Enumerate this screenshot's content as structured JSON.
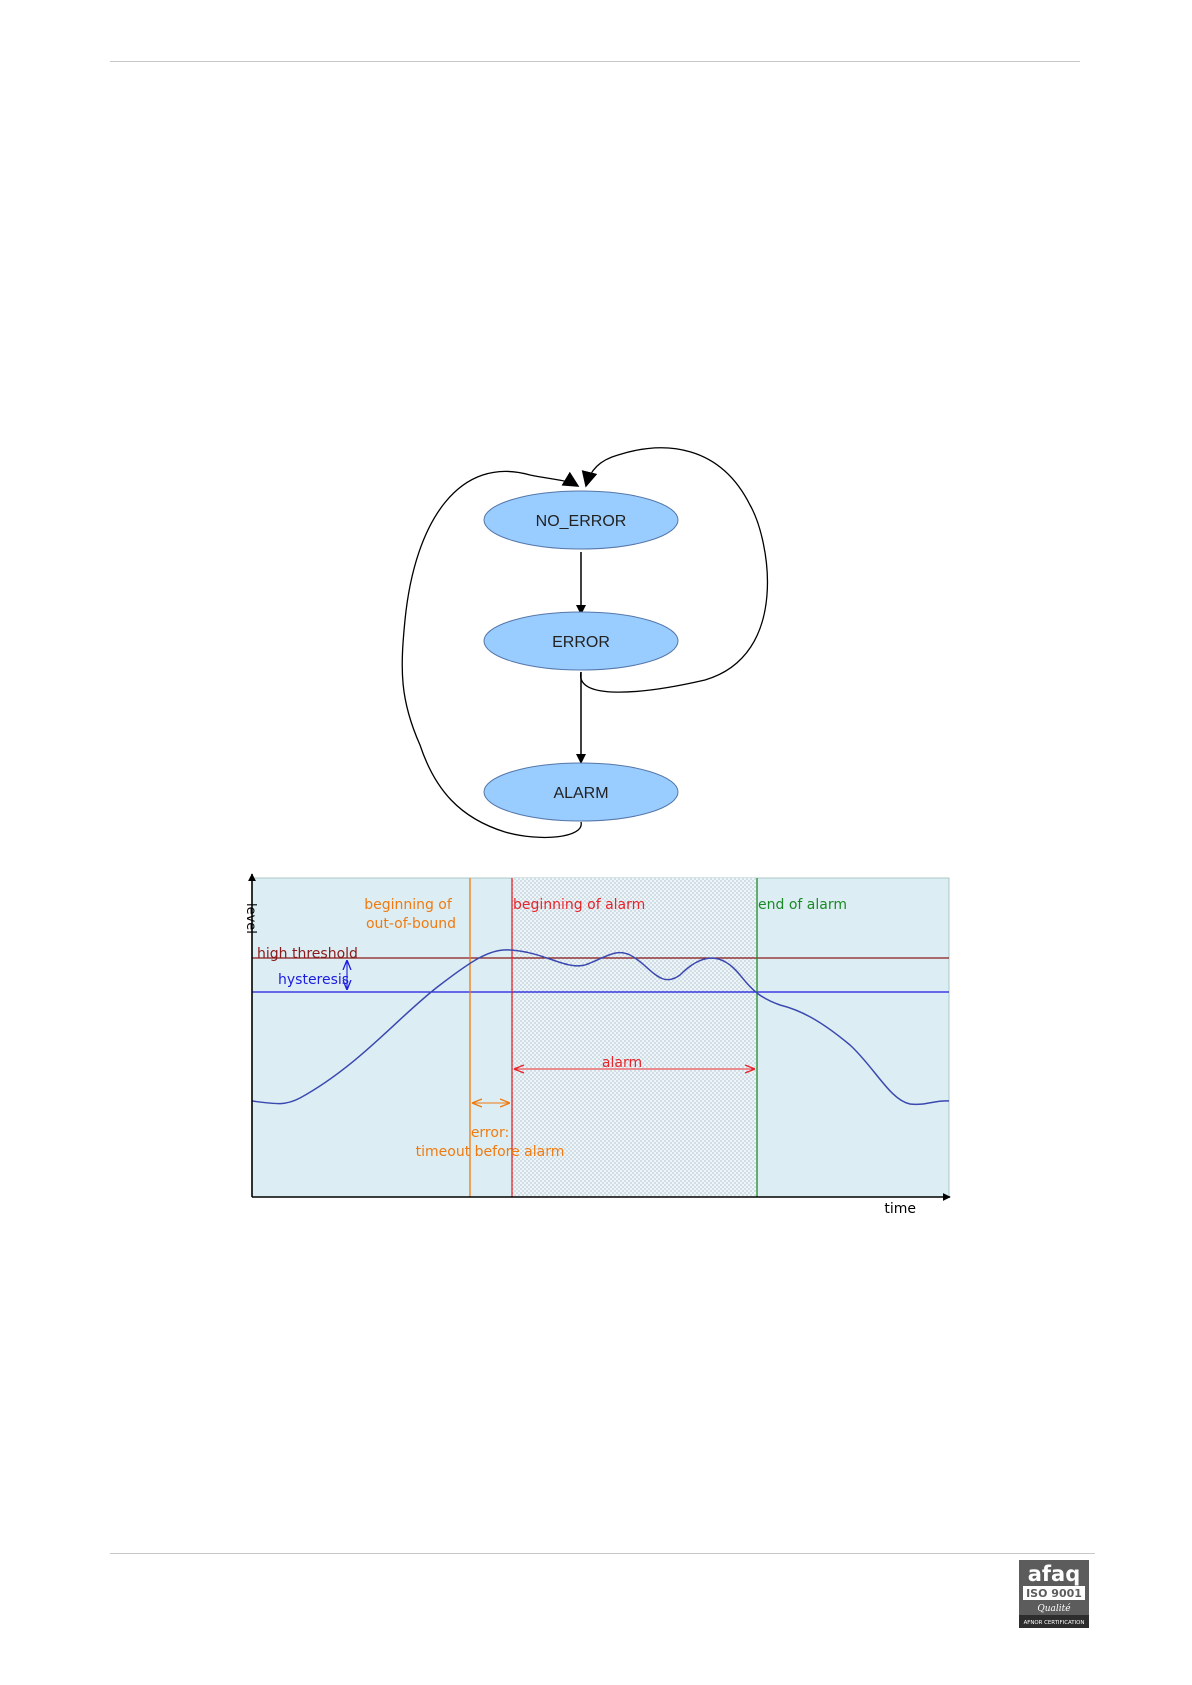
{
  "state_diagram": {
    "states": [
      {
        "id": "no_error",
        "label": "NO_ERROR"
      },
      {
        "id": "error",
        "label": "ERROR"
      },
      {
        "id": "alarm",
        "label": "ALARM"
      }
    ]
  },
  "timing_chart": {
    "axis": {
      "x": "time",
      "y": "level"
    },
    "annotations": {
      "beginning_of_out_of_bound_line1": "beginning of",
      "beginning_of_out_of_bound_line2": "out-of-bound",
      "beginning_of_alarm": "beginning of alarm",
      "end_of_alarm": "end of alarm",
      "high_threshold": "high threshold",
      "hysteresis": "hysteresis",
      "alarm": "alarm",
      "error_line1": "error:",
      "error_line2": "timeout before alarm"
    },
    "colors": {
      "background": "#dceef3",
      "orange": "#f07a10",
      "red": "#e8242a",
      "green": "#1a8a24",
      "darkred": "#8b1a1a",
      "blue": "#1c1ce0",
      "signal": "#3a48b0"
    }
  },
  "footer": {
    "logo": {
      "brand": "afaq",
      "standard": "ISO 9001",
      "tag": "Qualité",
      "sub": "AFNOR CERTIFICATION"
    }
  }
}
